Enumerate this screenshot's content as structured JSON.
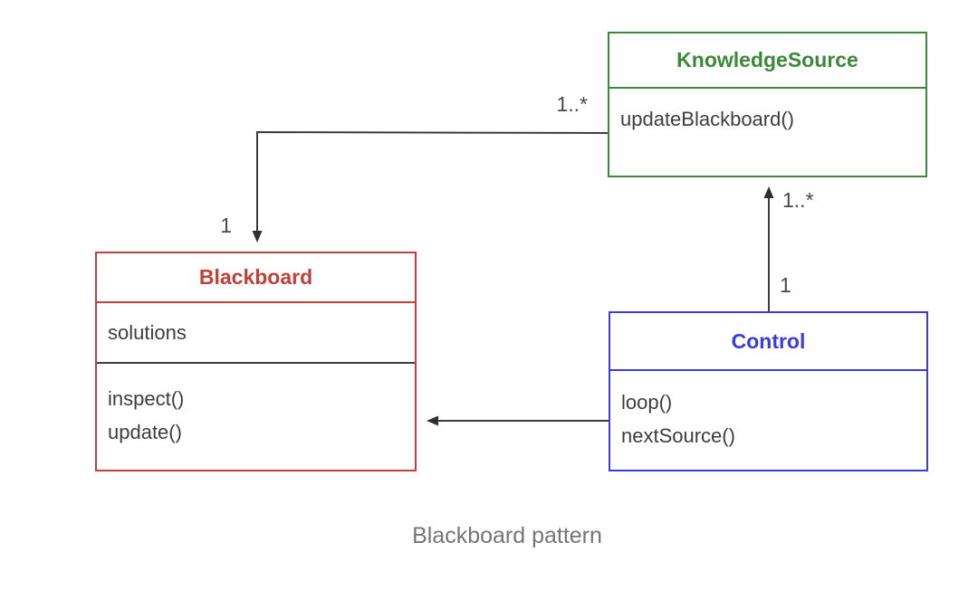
{
  "diagram": {
    "caption": "Blackboard pattern",
    "arrow_color": "#3c3c3c",
    "classes": [
      {
        "id": "knowledge-source",
        "title": "KnowledgeSource",
        "attributes": [],
        "methods": [
          "updateBlackboard()"
        ],
        "accent_color": "#3a8a3a"
      },
      {
        "id": "blackboard",
        "title": "Blackboard",
        "attributes": [
          "solutions"
        ],
        "methods": [
          "inspect()",
          "update()"
        ],
        "accent_color": "#c0413a"
      },
      {
        "id": "control",
        "title": "Control",
        "attributes": [],
        "methods": [
          "loop()",
          "nextSource()"
        ],
        "accent_color": "#3b3be0"
      }
    ],
    "relations": [
      {
        "from": "KnowledgeSource",
        "to": "Blackboard",
        "source_multiplicity": "1..*",
        "target_multiplicity": "1"
      },
      {
        "from": "Control",
        "to": "KnowledgeSource",
        "source_multiplicity": "1",
        "target_multiplicity": "1..*"
      },
      {
        "from": "Control",
        "to": "Blackboard",
        "source_multiplicity": "",
        "target_multiplicity": ""
      }
    ]
  }
}
